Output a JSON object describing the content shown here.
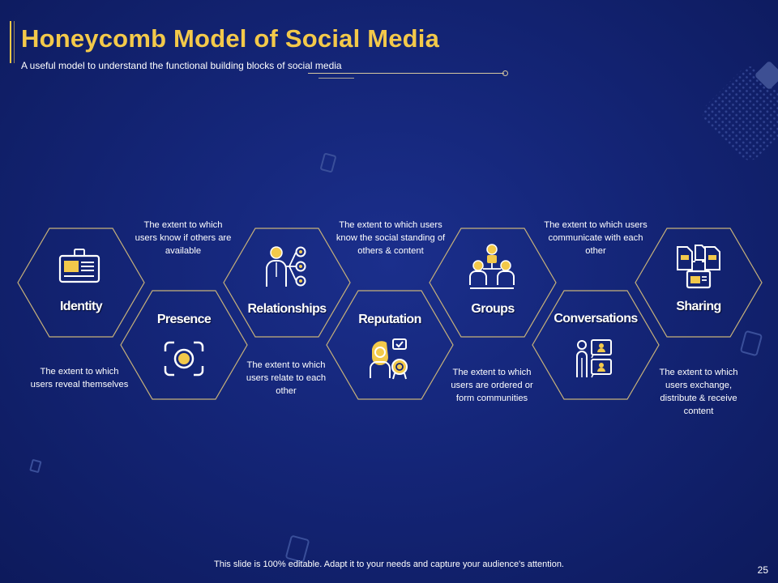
{
  "slide": {
    "title": "Honeycomb Model of Social Media",
    "subtitle": "A useful model to understand the functional building blocks of social media",
    "footer": "This slide is 100% editable. Adapt it to your needs and capture your audience's attention.",
    "page_number": "25"
  },
  "colors": {
    "accent": "#f3c94a",
    "background": "#142577",
    "hex_border": "#c8b27a"
  },
  "blocks": [
    {
      "label": "Identity",
      "icon": "id-card-icon",
      "description": "The extent to which users reveal themselves"
    },
    {
      "label": "Presence",
      "icon": "focus-target-icon",
      "description": "The extent to which users know if others are available"
    },
    {
      "label": "Relationships",
      "icon": "network-person-icon",
      "description": "The extent to which users relate to each other"
    },
    {
      "label": "Reputation",
      "icon": "award-person-icon",
      "description": "The extent to which users know the social standing of others & content"
    },
    {
      "label": "Groups",
      "icon": "group-hierarchy-icon",
      "description": "The extent to which users are ordered or form communities"
    },
    {
      "label": "Conversations",
      "icon": "conversation-icon",
      "description": "The extent to which users communicate with each other"
    },
    {
      "label": "Sharing",
      "icon": "documents-share-icon",
      "description": "The extent to which users exchange, distribute & receive content"
    }
  ]
}
